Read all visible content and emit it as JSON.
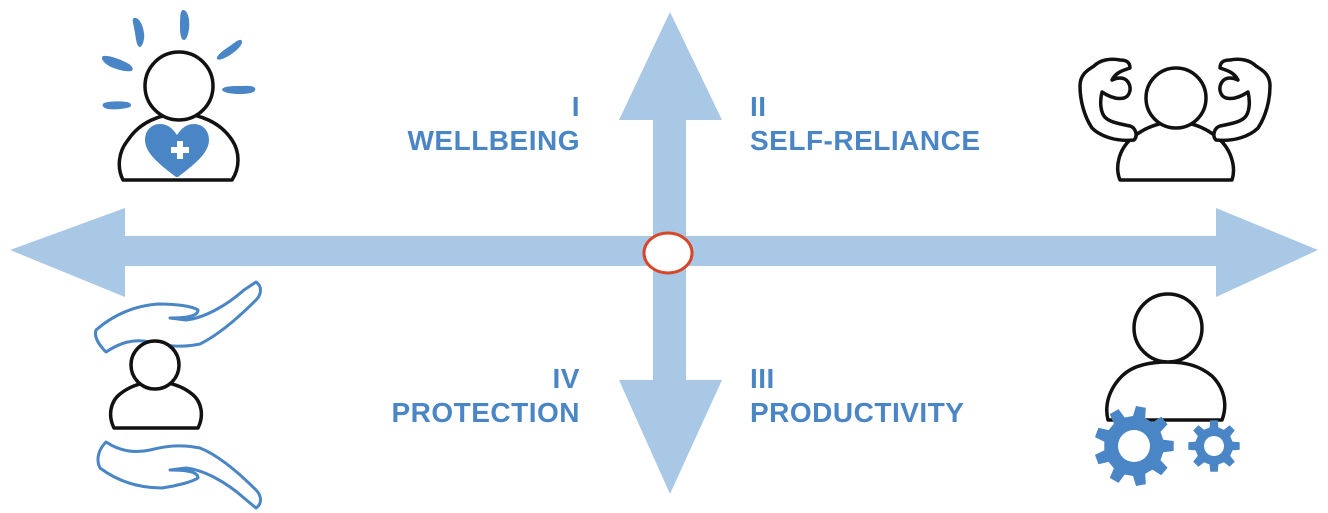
{
  "colors": {
    "axis": "#a9c8e6",
    "label": "#4a86c5",
    "icon_fill": "#4a86c5",
    "outline": "#111111",
    "center_ring": "#d7462a"
  },
  "quadrants": {
    "q1": {
      "numeral": "I",
      "name": "WELLBEING",
      "icon": "person-with-heart-icon"
    },
    "q2": {
      "numeral": "II",
      "name": "SELF-RELIANCE",
      "icon": "person-flexing-icon"
    },
    "q3": {
      "numeral": "III",
      "name": "PRODUCTIVITY",
      "icon": "person-with-gears-icon"
    },
    "q4": {
      "numeral": "IV",
      "name": "PROTECTION",
      "icon": "person-protected-by-hands-icon"
    }
  }
}
